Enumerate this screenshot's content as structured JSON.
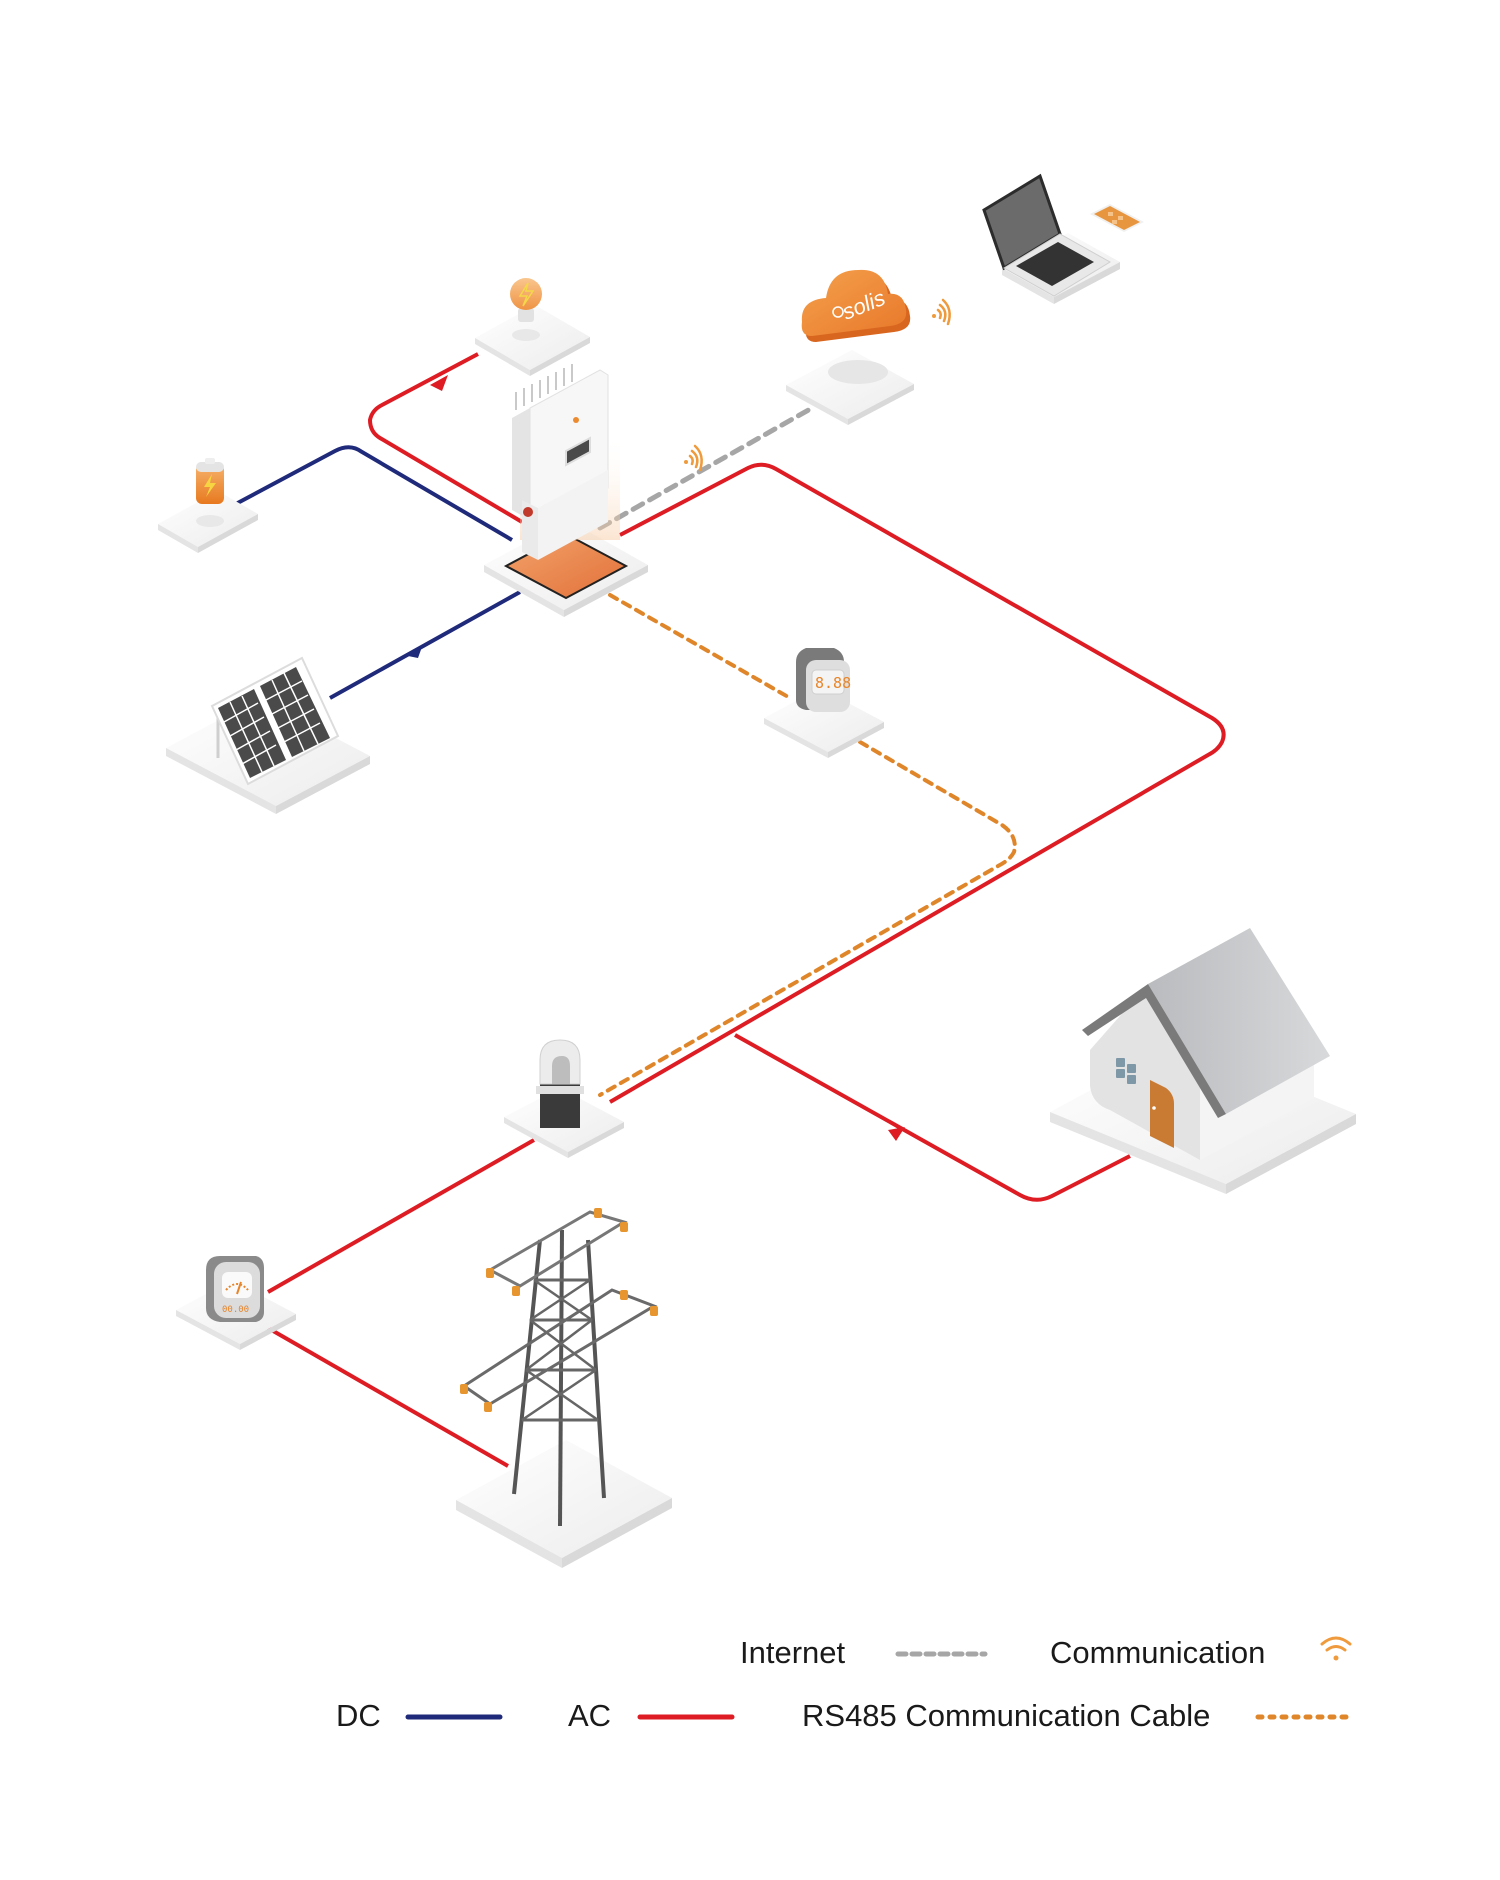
{
  "title": "Solis hybrid inverter system wiring diagram",
  "colors": {
    "dc": "#1f2a7a",
    "ac": "#dd1c24",
    "internet": "#a6a6a6",
    "rs485": "#e0862a",
    "communication": "#ef9a3c",
    "brand_orange": "#ec8a30",
    "platform": "#f2f2f2"
  },
  "components": {
    "inverter": {
      "name": "Hybrid Inverter",
      "brand": "solis"
    },
    "cloud": {
      "name": "Solis Cloud",
      "label": "solis"
    },
    "laptop": {
      "name": "Laptop"
    },
    "phone": {
      "name": "Mobile App"
    },
    "bulb": {
      "name": "Backup Load"
    },
    "battery": {
      "name": "Battery"
    },
    "solar_panel": {
      "name": "PV Panel"
    },
    "smart_meter": {
      "name": "Smart Meter",
      "display": "8.88"
    },
    "current_transformer": {
      "name": "CT"
    },
    "grid_meter": {
      "name": "Grid Meter",
      "display": "00.00"
    },
    "house": {
      "name": "Home Load"
    },
    "pylon": {
      "name": "Grid"
    }
  },
  "connections": [
    {
      "from": "solar_panel",
      "to": "inverter",
      "type": "DC"
    },
    {
      "from": "battery",
      "to": "inverter",
      "type": "DC"
    },
    {
      "from": "inverter",
      "to": "bulb",
      "type": "AC"
    },
    {
      "from": "inverter",
      "to": "current_transformer",
      "type": "AC"
    },
    {
      "from": "current_transformer",
      "to": "house",
      "type": "AC"
    },
    {
      "from": "current_transformer",
      "to": "grid_meter",
      "type": "AC"
    },
    {
      "from": "grid_meter",
      "to": "pylon",
      "type": "AC"
    },
    {
      "from": "inverter",
      "to": "cloud",
      "type": "Internet"
    },
    {
      "from": "inverter",
      "to": "smart_meter",
      "type": "RS485 Communication Cable"
    },
    {
      "from": "smart_meter",
      "to": "current_transformer",
      "type": "RS485 Communication Cable"
    }
  ],
  "legend": {
    "internet": "Internet",
    "communication": "Communication",
    "dc": "DC",
    "ac": "AC",
    "rs485": "RS485 Communication Cable"
  }
}
